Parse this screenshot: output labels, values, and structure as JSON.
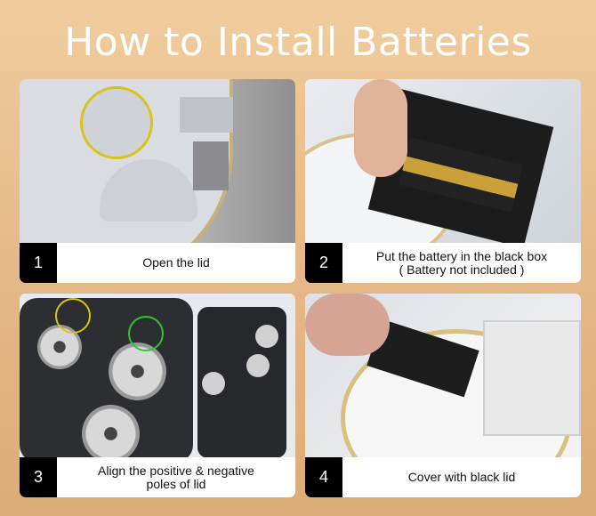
{
  "title": "How to Install Batteries",
  "steps": [
    {
      "number": "1",
      "lines": [
        "Open the lid"
      ]
    },
    {
      "number": "2",
      "lines": [
        "Put the battery in the black box",
        "( Battery not included )"
      ]
    },
    {
      "number": "3",
      "lines": [
        "Align the positive & negative",
        "poles of lid"
      ]
    },
    {
      "number": "4",
      "lines": [
        "Cover with black lid"
      ]
    }
  ],
  "colors": {
    "highlight_yellow": "#d9c21a",
    "highlight_green": "#2fc42f"
  }
}
